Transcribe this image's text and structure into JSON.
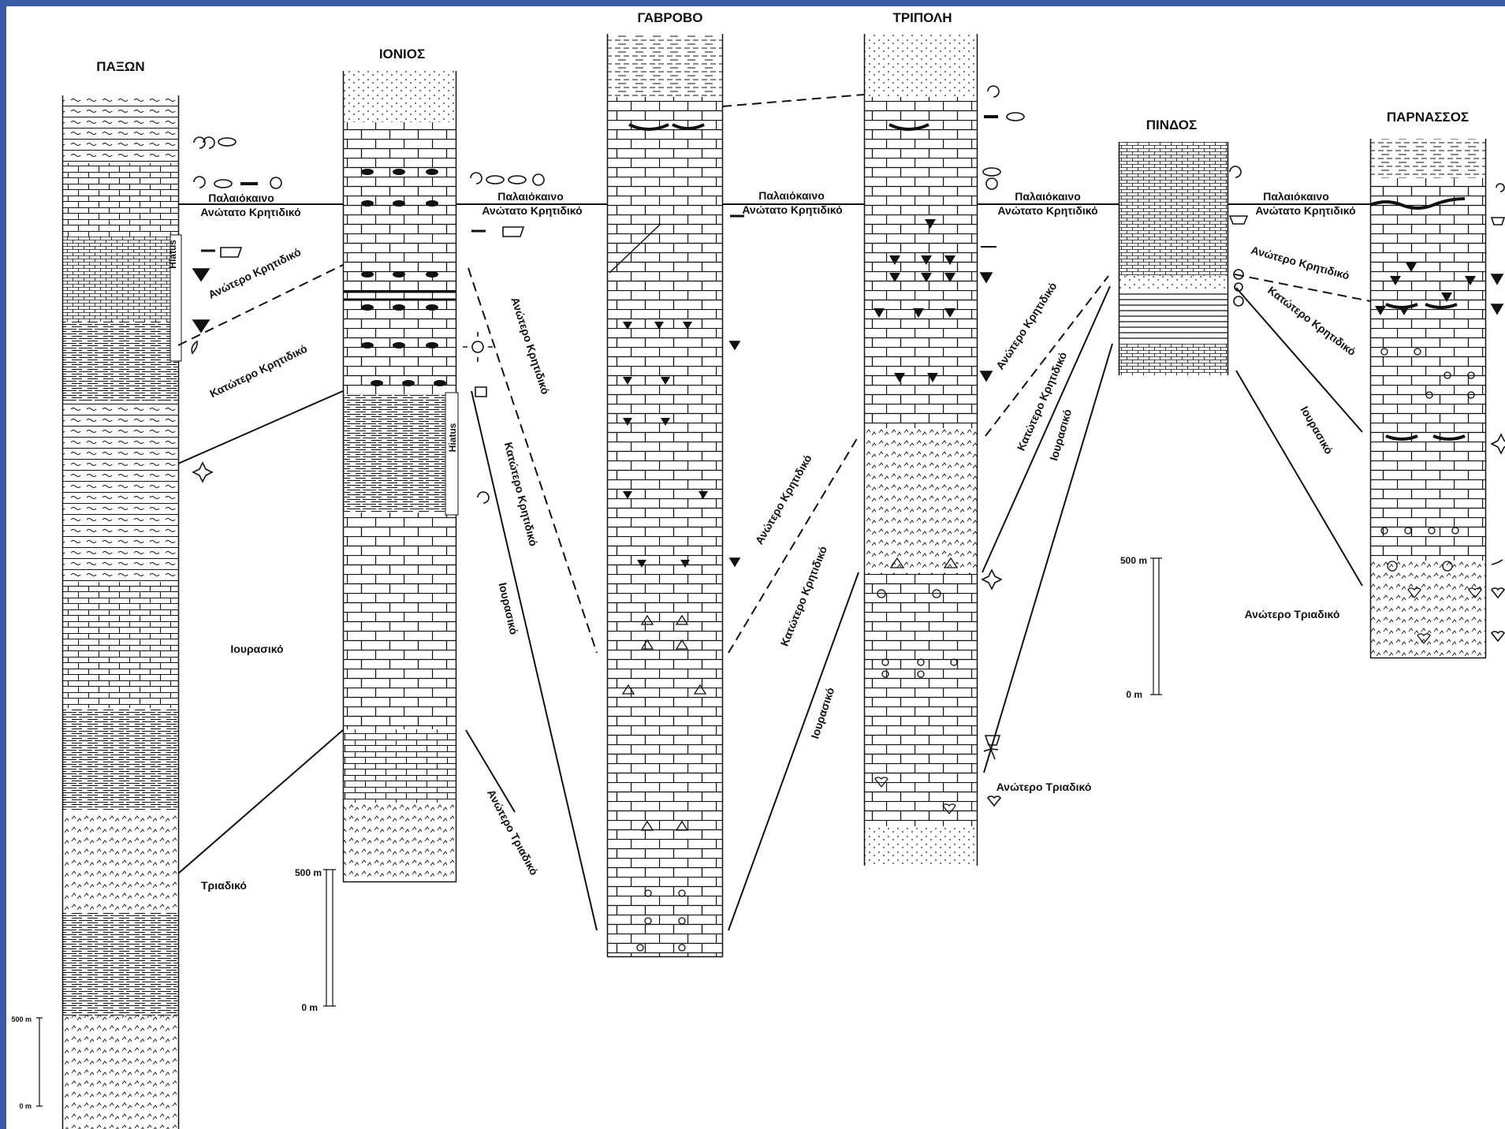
{
  "columns": {
    "paxon": "ΠΑΞΩΝ",
    "ionios": "ΙΟΝΙΟΣ",
    "gavrovo": "ΓΑΒΡΟΒΟ",
    "tripoli": "ΤΡΙΠΟΛΗ",
    "pindos": "ΠΙΝΔΟΣ",
    "parnassos": "ΠΑΡΝΑΣΣΟΣ"
  },
  "ages": {
    "paleocene": "Παλαιόκαινο",
    "uppermost_cretaceous": "Ανώτατο Κρητιδικό",
    "upper_cretaceous": "Ανώτερο Κρητιδικό",
    "lower_cretaceous": "Κατώτερο Κρητιδικό",
    "jurassic": "Ιουρασικό",
    "triassic": "Τριαδικό",
    "upper_triassic": "Ανώτερο Τριαδικό"
  },
  "hiatus": "Hiatus",
  "scale_bars": {
    "top": "500 m",
    "bottom": "0 m"
  }
}
